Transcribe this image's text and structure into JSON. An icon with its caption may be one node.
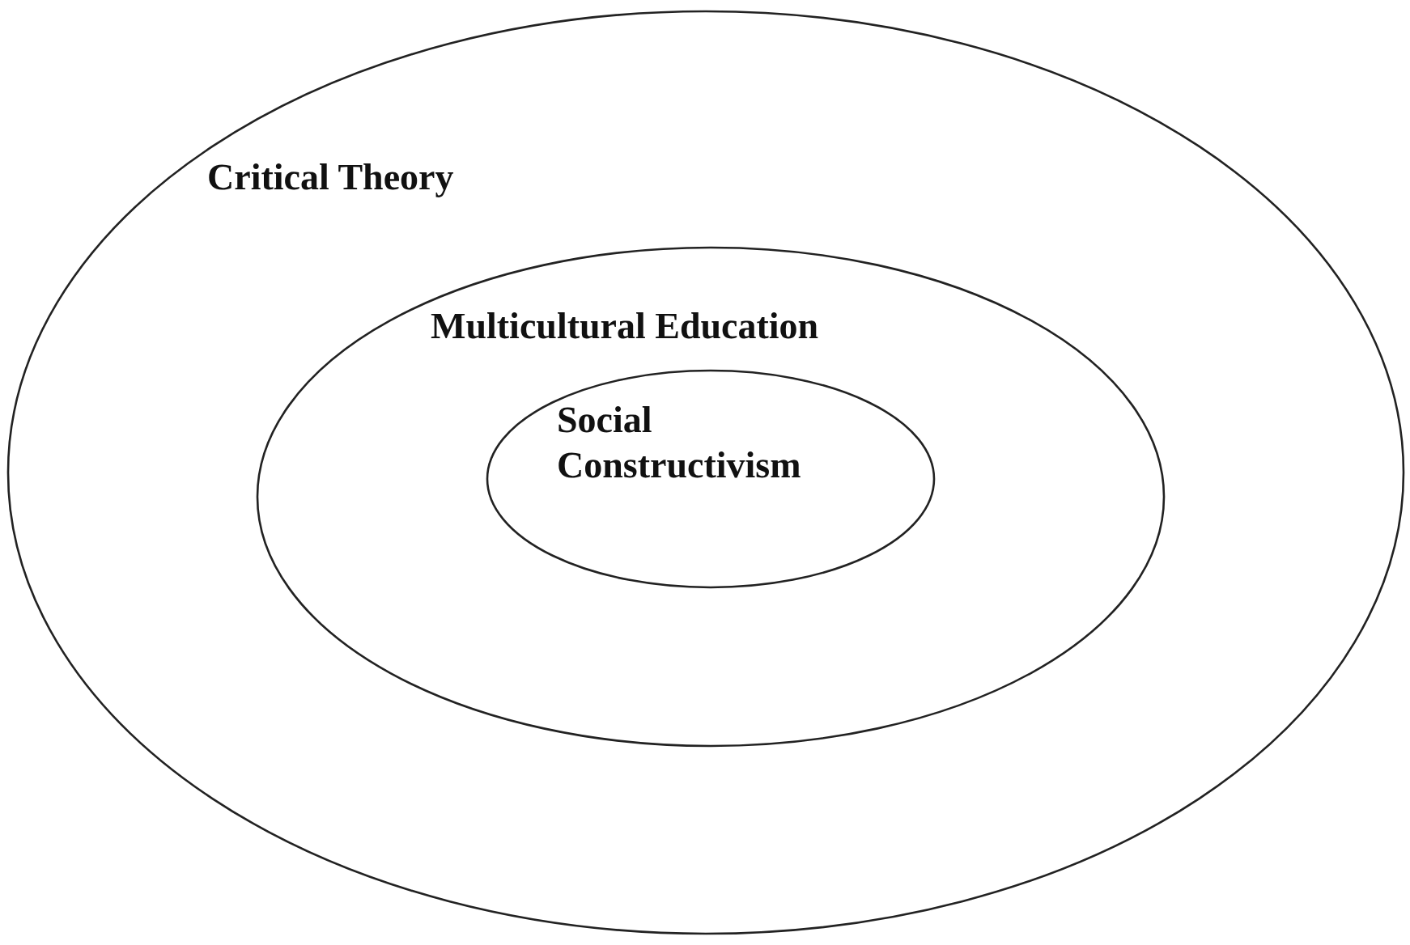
{
  "diagram": {
    "nodes": [
      {
        "text": [
          "Critical Theory"
        ]
      },
      {
        "text": [
          "Multicultural Education"
        ],
        "in": 0
      },
      {
        "text": [
          "Social Constructivism"
        ],
        "in": 1
      }
    ]
  }
}
